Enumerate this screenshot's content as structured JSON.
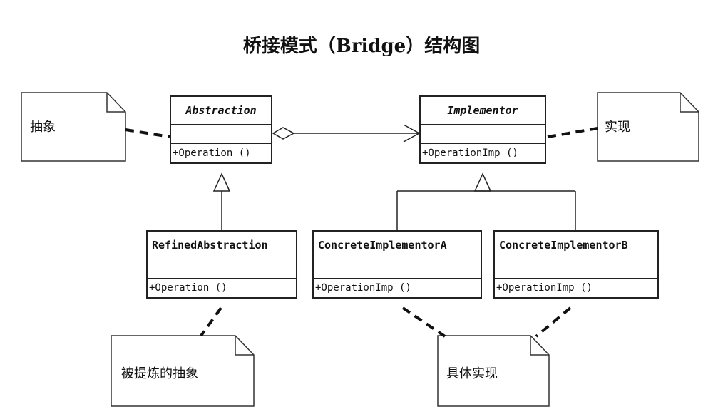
{
  "title": "桥接模式（Bridge）结构图",
  "classes": {
    "abstraction": {
      "name": "Abstraction",
      "operation": "+Operation ()"
    },
    "implementor": {
      "name": "Implementor",
      "operation": "+OperationImp ()"
    },
    "refined": {
      "name": "RefinedAbstraction",
      "operation": "+Operation ()"
    },
    "concrete_a": {
      "name": "ConcreteImplementorA",
      "operation": "+OperationImp ()"
    },
    "concrete_b": {
      "name": "ConcreteImplementorB",
      "operation": "+OperationImp ()"
    }
  },
  "notes": {
    "abstraction_note": "抽象",
    "implementor_note": "实现",
    "refined_note": "被提炼的抽象",
    "concrete_note": "具体实现"
  }
}
